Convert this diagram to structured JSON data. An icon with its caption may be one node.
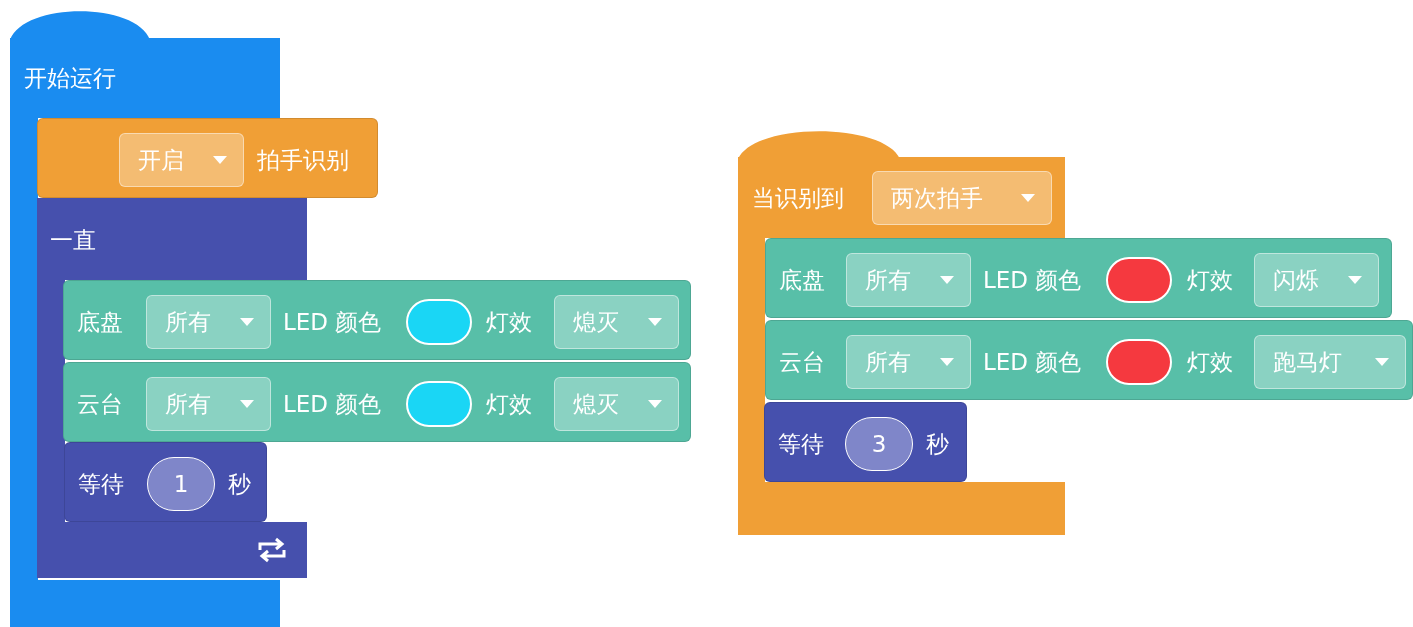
{
  "diagram": {
    "nodes": [
      {
        "text": [
          "开始运行"
        ]
      },
      {
        "text": [
          "开启",
          "拍手识别"
        ]
      },
      {
        "text": [
          "一直"
        ]
      },
      {
        "text": [
          "底盘",
          "所有",
          "LED 颜色",
          "灯效",
          "熄灭"
        ]
      },
      {
        "text": [
          "云台",
          "所有",
          "LED 颜色",
          "灯效",
          "熄灭"
        ]
      },
      {
        "text": [
          "等待",
          "1",
          "秒"
        ],
        "in": 2
      },
      {
        "text": [
          "当识别到",
          "两次拍手"
        ]
      },
      {
        "text": [
          "底盘",
          "所有",
          "LED 颜色",
          "灯效",
          "闪烁"
        ]
      },
      {
        "text": [
          "云台",
          "所有",
          "LED 颜色",
          "灯效",
          "跑马灯"
        ]
      },
      {
        "text": [
          "等待",
          "3",
          "秒"
        ],
        "in": 6
      }
    ],
    "edges": []
  }
}
